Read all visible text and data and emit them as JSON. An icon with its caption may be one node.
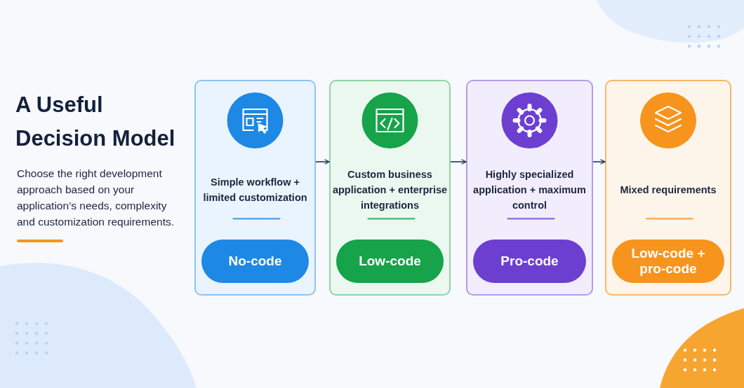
{
  "diagram": {
    "title": "A Useful Decision Model",
    "nodes": [
      {
        "text": [
          "Simple workflow + limited customization"
        ]
      },
      {
        "text": [
          "No-code"
        ],
        "in": 0
      },
      {
        "text": [
          "Custom business application + enterprise integrations"
        ]
      },
      {
        "text": [
          "Low-code"
        ],
        "in": 2
      },
      {
        "text": [
          "Highly specialized application + maximum control"
        ]
      },
      {
        "text": [
          "Pro-code"
        ],
        "in": 4
      },
      {
        "text": [
          "Mixed requirements"
        ]
      },
      {
        "text": [
          "Low-code + pro-code"
        ],
        "in": 6
      }
    ],
    "edges": [
      {
        "from": 0,
        "to": 2,
        "arrow": "to"
      },
      {
        "from": 2,
        "to": 4,
        "arrow": "to"
      },
      {
        "from": 4,
        "to": 6,
        "arrow": "to"
      }
    ],
    "labels": [
      "Choose the right development approach based on your application’s needs, complexity and customization requirements."
    ]
  }
}
